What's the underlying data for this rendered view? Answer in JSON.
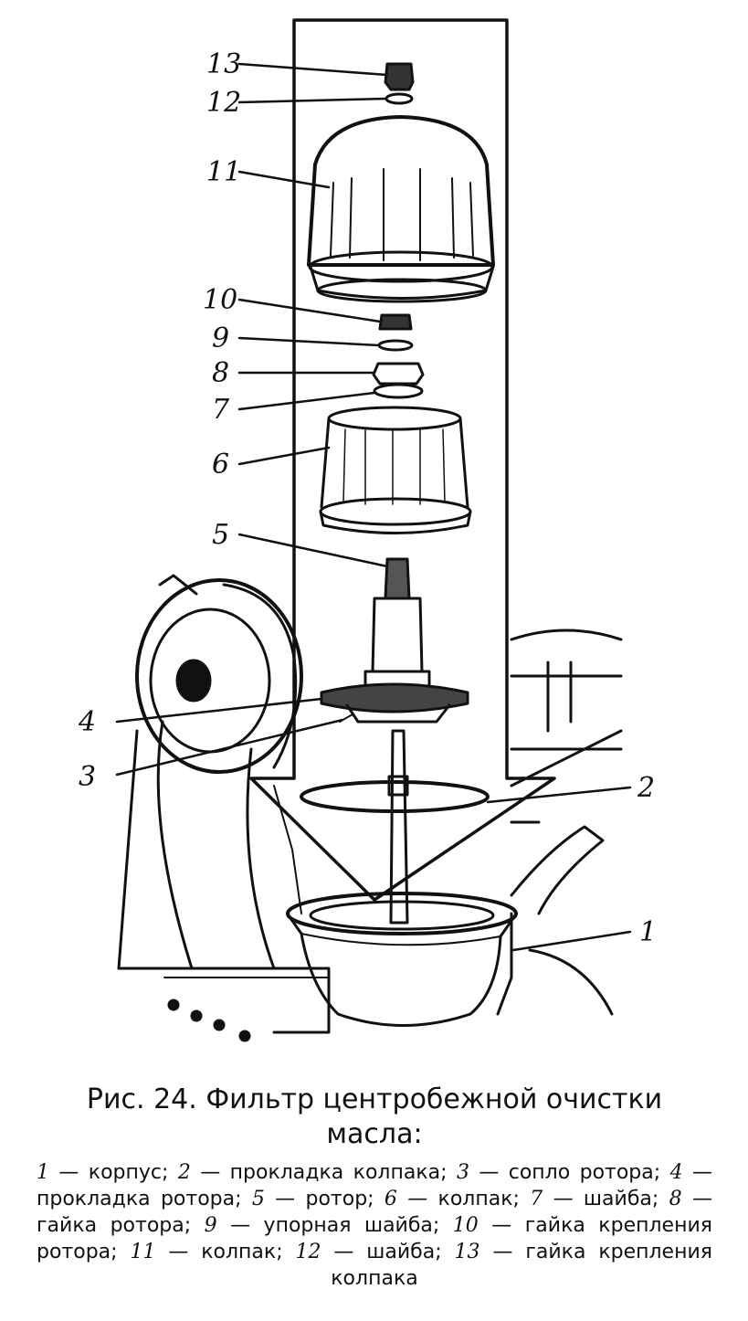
{
  "figure": {
    "callouts": [
      "1",
      "2",
      "3",
      "4",
      "5",
      "6",
      "7",
      "8",
      "9",
      "10",
      "11",
      "12",
      "13"
    ]
  },
  "caption": {
    "title": "Рис. 24. Фильтр центробежной очистки масла:",
    "legend": [
      {
        "num": "1",
        "text": "— корпус; "
      },
      {
        "num": "2",
        "text": "— прокладка колпака; "
      },
      {
        "num": "3",
        "text": "— сопло ротора; "
      },
      {
        "num": "4",
        "text": "— прокладка ротора; "
      },
      {
        "num": "5",
        "text": "— ротор; "
      },
      {
        "num": "6",
        "text": "— колпак; "
      },
      {
        "num": "7",
        "text": "— шайба; "
      },
      {
        "num": "8",
        "text": "— гайка ротора; "
      },
      {
        "num": "9",
        "text": "— упорная шайба; "
      },
      {
        "num": "10",
        "text": "— гайка крепления ротора; "
      },
      {
        "num": "11",
        "text": "— колпак; "
      },
      {
        "num": "12",
        "text": "— шайба; "
      },
      {
        "num": "13",
        "text": "— гайка крепления колпака"
      }
    ]
  }
}
